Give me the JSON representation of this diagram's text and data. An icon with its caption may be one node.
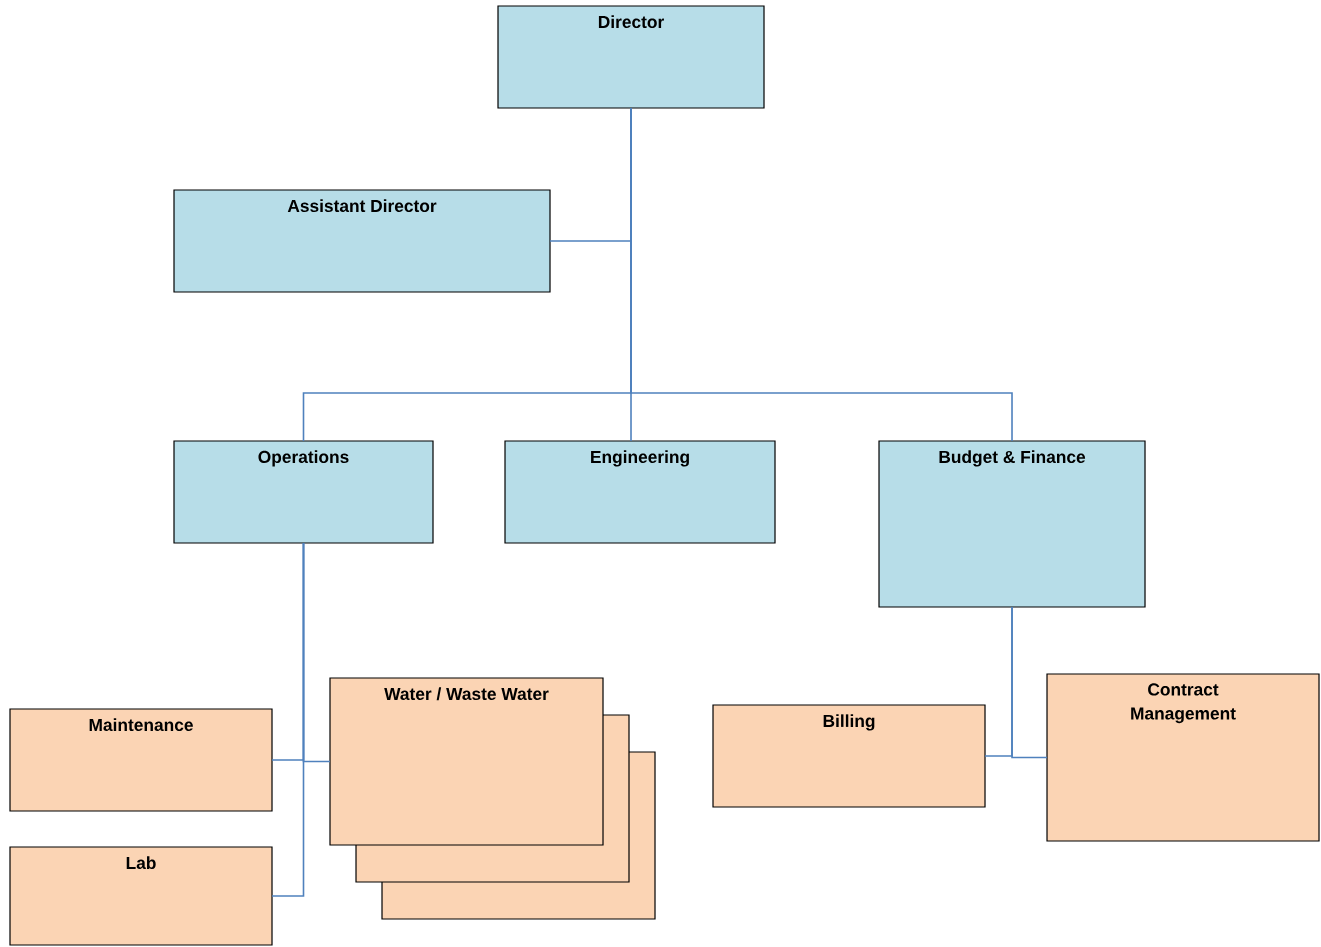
{
  "diagram": {
    "nodes": [
      {
        "text": [
          "Director"
        ]
      },
      {
        "text": [
          "Assistant Director"
        ]
      },
      {
        "text": [
          "Operations"
        ]
      },
      {
        "text": [
          "Engineering"
        ]
      },
      {
        "text": [
          "Budget & Finance"
        ]
      },
      {
        "text": [
          "Maintenance"
        ]
      },
      {
        "text": [
          "Lab"
        ]
      },
      {
        "text": [
          "Water / Waste Water"
        ]
      },
      {
        "text": [
          "Billing"
        ]
      },
      {
        "text": [
          "Contract Management"
        ]
      }
    ],
    "edges": [
      {
        "from": 0,
        "to": 1,
        "arrow": "none"
      },
      {
        "from": 0,
        "to": 2,
        "arrow": "none"
      },
      {
        "from": 0,
        "to": 3,
        "arrow": "none"
      },
      {
        "from": 0,
        "to": 4,
        "arrow": "none"
      },
      {
        "from": 2,
        "to": 5,
        "arrow": "none"
      },
      {
        "from": 2,
        "to": 6,
        "arrow": "none"
      },
      {
        "from": 2,
        "to": 7,
        "arrow": "none"
      },
      {
        "from": 4,
        "to": 8,
        "arrow": "none"
      },
      {
        "from": 4,
        "to": 9,
        "arrow": "none"
      }
    ]
  }
}
